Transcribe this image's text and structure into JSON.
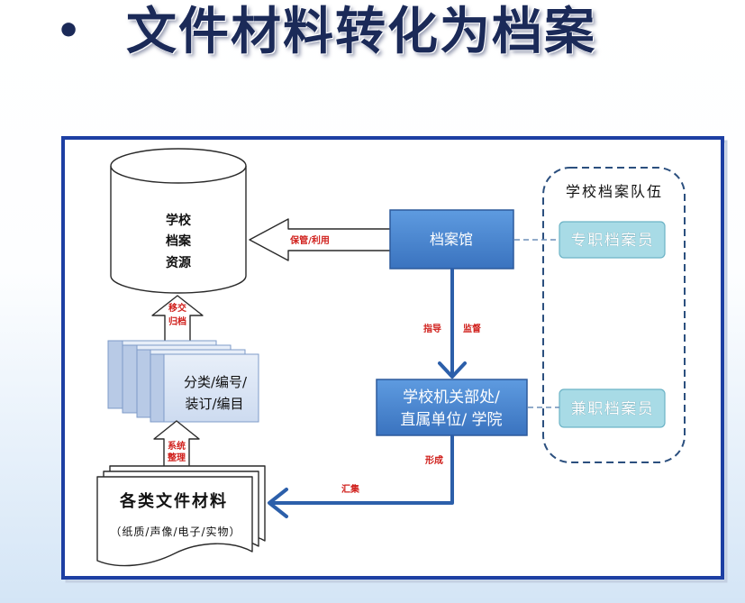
{
  "slide": {
    "bullet": "•",
    "title": "文件材料转化为档案"
  },
  "colors": {
    "title": "#1b2a58",
    "frame": "#1d3fa3",
    "node_top": "#5e9be0",
    "node_bottom": "#3a73bf",
    "team_box": "#a8dbe6",
    "connector": "#2c5faa",
    "label_red": "#d0201c"
  },
  "diagram": {
    "archive_resource": {
      "lines": [
        "学校",
        "档案",
        "资源"
      ]
    },
    "archives_office": {
      "label": "档案馆"
    },
    "archive_team": {
      "title": "学校档案队伍",
      "full_time": "专职档案员",
      "part_time": "兼职档案员"
    },
    "school_units": {
      "lines": [
        "学校机关部处/",
        "直属单位/ 学院"
      ]
    },
    "processing": {
      "lines": [
        "分类/编号/",
        "装订/编目"
      ]
    },
    "materials": {
      "title": "各类文件材料",
      "types": "（纸质/声像/电子/实物）"
    },
    "flow_labels": {
      "keep_use": "保管/利用",
      "guide": "指导",
      "supervise": "监督",
      "form": "形成",
      "collect": "汇集",
      "organize": [
        "系统",
        "整理"
      ],
      "transfer": [
        "移交",
        "归档"
      ]
    }
  }
}
